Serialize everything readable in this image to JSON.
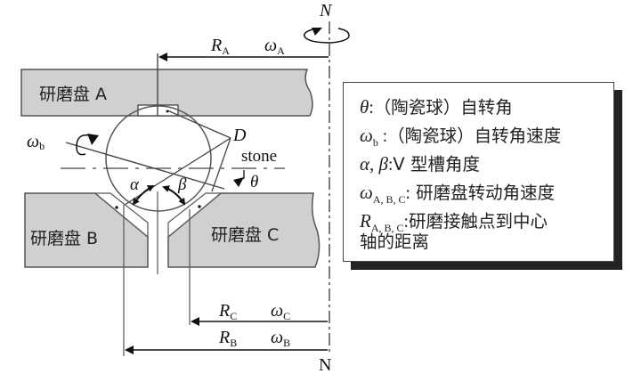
{
  "diagram": {
    "axis_label_top": "N",
    "axis_label_bottom": "N",
    "disc_a_label": "研磨盘 A",
    "disc_b_label": "研磨盘 B",
    "disc_c_label": "研磨盘 C",
    "r_a": {
      "sym": "R",
      "sub": "A"
    },
    "w_a": {
      "sym": "ω",
      "sub": "A"
    },
    "r_b": {
      "sym": "R",
      "sub": "B"
    },
    "w_b": {
      "sym": "ω",
      "sub": "B"
    },
    "r_c": {
      "sym": "R",
      "sub": "C"
    },
    "w_c": {
      "sym": "ω",
      "sub": "C"
    },
    "omega_ball": {
      "sym": "ω",
      "sub": "b"
    },
    "point_d": "D",
    "stone": "stone",
    "theta": "θ",
    "alpha": "α",
    "beta": "β"
  },
  "legend": {
    "rows": [
      {
        "sym": "θ",
        "sub": "",
        "sep": ":",
        "text": "（陶瓷球）自转角"
      },
      {
        "sym": "ω",
        "sub": "b",
        "sep": " :",
        "text": "（陶瓷球）自转角速度"
      },
      {
        "sym": "α, β",
        "sub": "",
        "sep": ":",
        "text": "V 型槽角度"
      },
      {
        "sym": "ω",
        "sub": "A, B, C",
        "sep": ":",
        "text": " 研磨盘转动角速度"
      },
      {
        "sym": "R",
        "sub": "A, B, C",
        "sep": ":",
        "text": "研磨接触点到中心"
      },
      {
        "sym": "",
        "sub": "",
        "sep": "",
        "text": "轴的距离"
      }
    ]
  }
}
